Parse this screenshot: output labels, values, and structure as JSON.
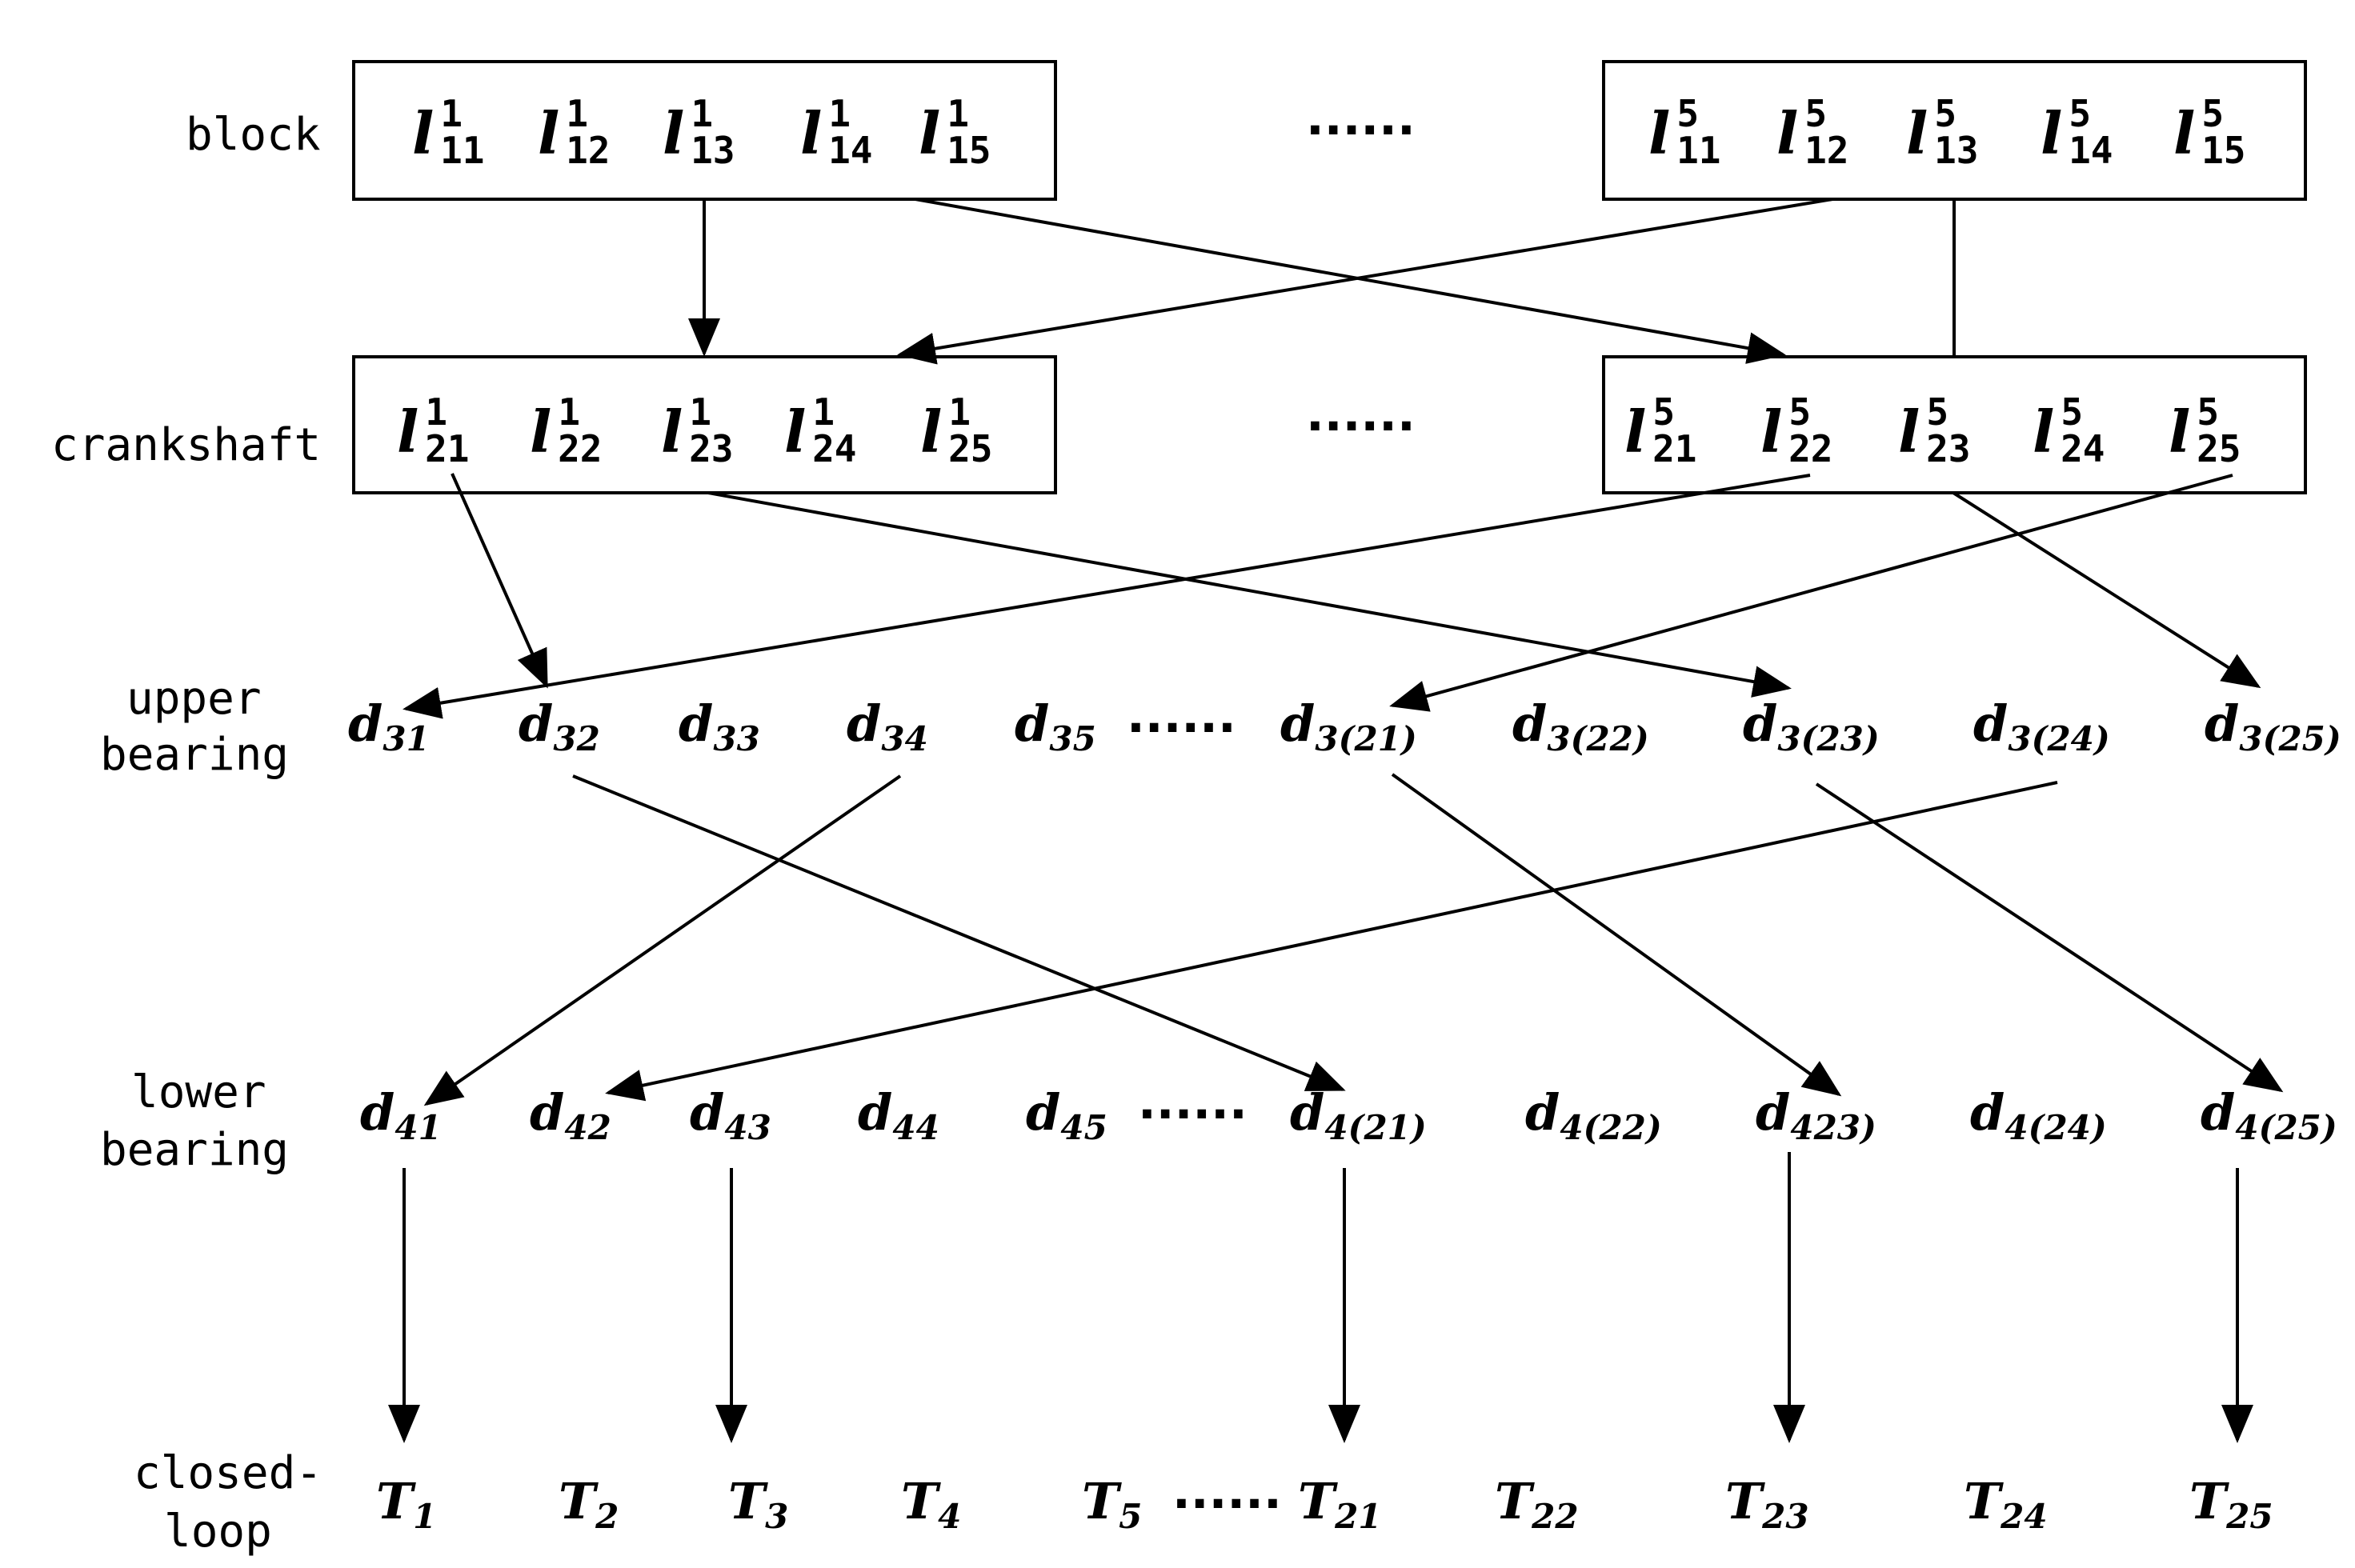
{
  "row_labels": {
    "block": "block",
    "crankshaft": "crankshaft",
    "upper_bearing": [
      "upper",
      "bearing"
    ],
    "lower_bearing": [
      "lower",
      "bearing"
    ],
    "closed_loop": [
      "closed-",
      "loop"
    ]
  },
  "ellipsis": "......",
  "block_left": [
    {
      "base": "l",
      "sup": "1",
      "sub": "11"
    },
    {
      "base": "l",
      "sup": "1",
      "sub": "12"
    },
    {
      "base": "l",
      "sup": "1",
      "sub": "13"
    },
    {
      "base": "l",
      "sup": "1",
      "sub": "14"
    },
    {
      "base": "l",
      "sup": "1",
      "sub": "15"
    }
  ],
  "block_right": [
    {
      "base": "l",
      "sup": "5",
      "sub": "11"
    },
    {
      "base": "l",
      "sup": "5",
      "sub": "12"
    },
    {
      "base": "l",
      "sup": "5",
      "sub": "13"
    },
    {
      "base": "l",
      "sup": "5",
      "sub": "14"
    },
    {
      "base": "l",
      "sup": "5",
      "sub": "15"
    }
  ],
  "crank_left": [
    {
      "base": "l",
      "sup": "1",
      "sub": "21"
    },
    {
      "base": "l",
      "sup": "1",
      "sub": "22"
    },
    {
      "base": "l",
      "sup": "1",
      "sub": "23"
    },
    {
      "base": "l",
      "sup": "1",
      "sub": "24"
    },
    {
      "base": "l",
      "sup": "1",
      "sub": "25"
    }
  ],
  "crank_right": [
    {
      "base": "l",
      "sup": "5",
      "sub": "21"
    },
    {
      "base": "l",
      "sup": "5",
      "sub": "22"
    },
    {
      "base": "l",
      "sup": "5",
      "sub": "23"
    },
    {
      "base": "l",
      "sup": "5",
      "sub": "24"
    },
    {
      "base": "l",
      "sup": "5",
      "sub": "25"
    }
  ],
  "upper_vars": [
    {
      "base": "d",
      "sub": "31"
    },
    {
      "base": "d",
      "sub": "32"
    },
    {
      "base": "d",
      "sub": "33"
    },
    {
      "base": "d",
      "sub": "34"
    },
    {
      "base": "d",
      "sub": "35"
    },
    {
      "base": "d",
      "sub": "3(21)"
    },
    {
      "base": "d",
      "sub": "3(22)"
    },
    {
      "base": "d",
      "sub": "3(23)"
    },
    {
      "base": "d",
      "sub": "3(24)"
    },
    {
      "base": "d",
      "sub": "3(25)"
    }
  ],
  "lower_vars": [
    {
      "base": "d",
      "sub": "41"
    },
    {
      "base": "d",
      "sub": "42"
    },
    {
      "base": "d",
      "sub": "43"
    },
    {
      "base": "d",
      "sub": "44"
    },
    {
      "base": "d",
      "sub": "45"
    },
    {
      "base": "d",
      "sub": "4(21)"
    },
    {
      "base": "d",
      "sub": "4(22)"
    },
    {
      "base": "d",
      "sub": "423)"
    },
    {
      "base": "d",
      "sub": "4(24)"
    },
    {
      "base": "d",
      "sub": "4(25)"
    }
  ],
  "loop_vars": [
    {
      "base": "T",
      "sub": "1"
    },
    {
      "base": "T",
      "sub": "2"
    },
    {
      "base": "T",
      "sub": "3"
    },
    {
      "base": "T",
      "sub": "4"
    },
    {
      "base": "T",
      "sub": "5"
    },
    {
      "base": "T",
      "sub": "21"
    },
    {
      "base": "T",
      "sub": "22"
    },
    {
      "base": "T",
      "sub": "23"
    },
    {
      "base": "T",
      "sub": "24"
    },
    {
      "base": "T",
      "sub": "25"
    }
  ]
}
